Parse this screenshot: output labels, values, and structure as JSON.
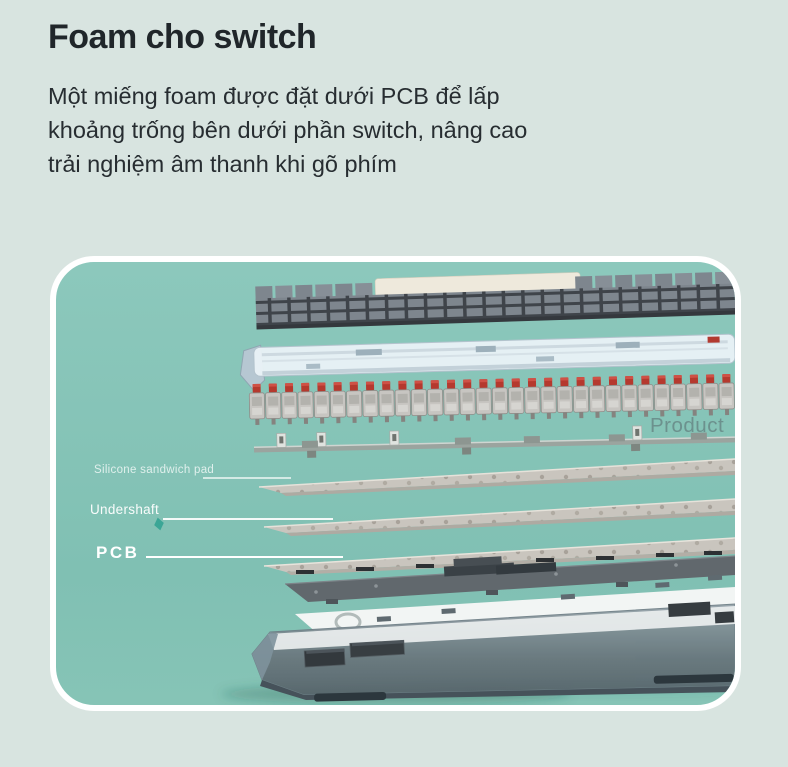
{
  "page": {
    "background": "#d8e4e0"
  },
  "header": {
    "title": "Foam cho switch",
    "description_lines": [
      "Một miếng foam được đặt dưới PCB để lấp",
      "khoảng trống bên dưới phần switch, nâng cao",
      "trải nghiệm âm thanh khi gõ phím"
    ]
  },
  "panel": {
    "background_top": "#8cc8bc",
    "background_bottom": "#80c0b3",
    "border_color": "#ffffff",
    "watermark": "Product",
    "labels": {
      "silicone_pad": "Silicone sandwich pad",
      "undershaft": "Undershaft",
      "pcb": "PCB"
    },
    "diagram": {
      "type": "exploded-keyboard-view",
      "layer_names": [
        "keycaps",
        "top-case",
        "switches",
        "plate-stabilizers",
        "silicone-sandwich-pad",
        "undershaft",
        "pcb",
        "switch-foam",
        "bottom-foam",
        "bottom-case"
      ],
      "switch_count": 30,
      "switch_stem_color": "#b5392e",
      "keycap_color": "#7e868e",
      "spacebar_color": "#eee9dc"
    }
  }
}
